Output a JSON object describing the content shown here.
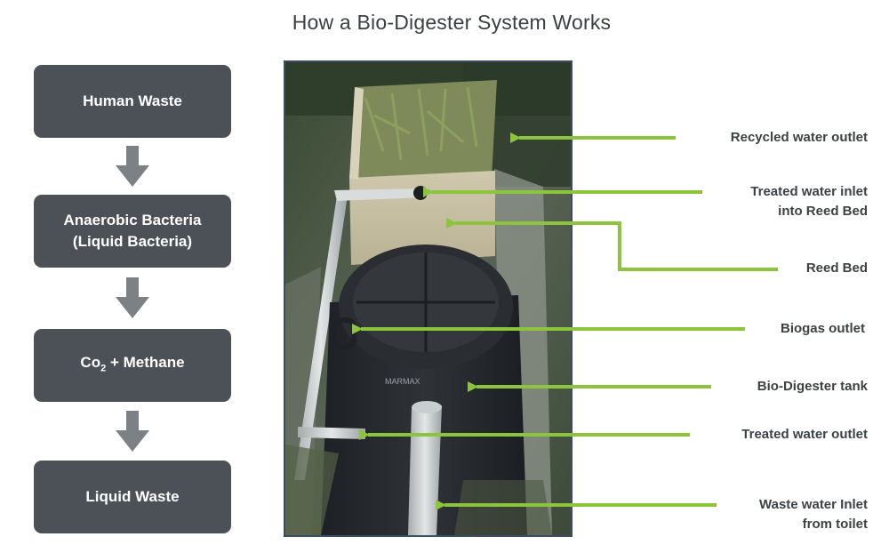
{
  "title": "How a Bio-Digester System Works",
  "flow": [
    {
      "lines": [
        "Human Waste"
      ]
    },
    {
      "lines": [
        "Anaerobic Bacteria",
        "(Liquid Bacteria)"
      ]
    },
    {
      "co2_prefix": "Co",
      "co2_sub": "2",
      "co2_suffix": " + Methane"
    },
    {
      "lines": [
        "Liquid Waste"
      ]
    }
  ],
  "photo_logo": "MARMAX",
  "callouts": [
    {
      "lines": [
        "Recycled water outlet"
      ]
    },
    {
      "lines": [
        "Treated water inlet",
        "into Reed Bed"
      ]
    },
    {
      "lines": [
        "Reed Bed"
      ]
    },
    {
      "lines": [
        "Biogas outlet"
      ]
    },
    {
      "lines": [
        "Bio-Digester tank"
      ]
    },
    {
      "lines": [
        "Treated water outlet"
      ]
    },
    {
      "lines": [
        "Waste water Inlet",
        "from toilet"
      ]
    }
  ],
  "colors": {
    "box": "#4b5157",
    "arrow": "#7c8186",
    "callout_line": "#8cc43d",
    "text": "#3e4144"
  }
}
